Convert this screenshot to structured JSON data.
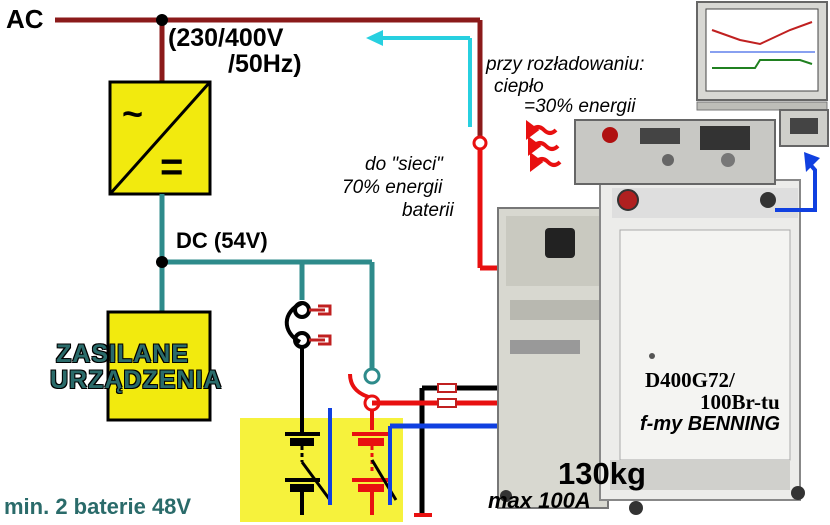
{
  "labels": {
    "ac": "AC",
    "voltage_line1": "(230/400V",
    "voltage_line2": "/50Hz)",
    "dc": "DC (54V)",
    "zasilane_line1": "ZASILANE",
    "zasilane_line2": "URZĄDZENIA",
    "sieci_line1": "do \"sieci\"",
    "sieci_line2": "70% energii",
    "sieci_line3": "baterii",
    "przy_line1": "przy rozładowaniu:",
    "przy_line2": "ciepło",
    "przy_line3": "=30% energii",
    "model_line1": "D400G72/",
    "model_line2": "100Br-tu",
    "manufacturer": "f-my BENNING",
    "weight": "130kg",
    "max_current": "max 100A",
    "min_batteries": "min. 2 baterie 48V"
  },
  "rectifier_symbols": {
    "ac_symbol": "~",
    "dc_symbol": "="
  },
  "colors": {
    "ac_wire": "#8b1a1a",
    "dc_wire": "#2e8b8b",
    "arrow_cyan": "#27d0e0",
    "red_wire": "#e81010",
    "blue_wire": "#1040e0",
    "box_fill": "#f2ea0e",
    "zone_fill": "#f6f23c",
    "label_teal": "#2a6b6a"
  },
  "icons": [
    "heat-waves-icon",
    "monitor-icon",
    "computer-icon",
    "rectifier-icon",
    "battery-icon"
  ]
}
